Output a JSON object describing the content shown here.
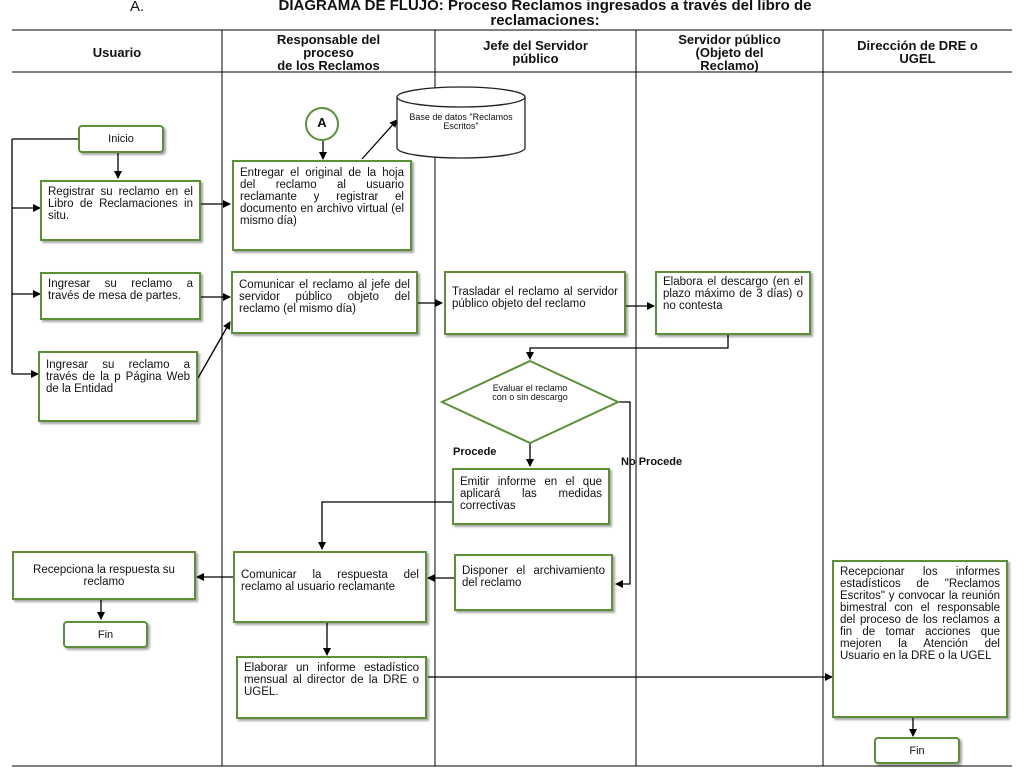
{
  "title": {
    "letter": "A.",
    "line1": "DIAGRAMA DE FLUJO: Proceso Reclamos ingresados a través del libro de",
    "line2": "reclamaciones:"
  },
  "lanes": [
    {
      "line1": "Usuario",
      "line2": "",
      "line3": ""
    },
    {
      "line1": "Responsable del",
      "line2": "proceso",
      "line3": "de los Reclamos"
    },
    {
      "line1": "Jefe del Servidor",
      "line2": "público",
      "line3": ""
    },
    {
      "line1": "Servidor público",
      "line2": "(Objeto del",
      "line3": "Reclamo)"
    },
    {
      "line1": "Dirección de DRE o",
      "line2": "UGEL",
      "line3": ""
    }
  ],
  "nodes": {
    "inicio": "Inicio",
    "registrar": "Registrar su reclamo en el Libro de Reclamaciones in situ.",
    "mesa_partes": "Ingresar su reclamo a través de mesa de partes.",
    "pagina_web": "Ingresar su reclamo a través de la p Página Web de la Entidad",
    "connector_a": "A",
    "database": "Base de datos \"Reclamos Escritos\"",
    "entregar": "Entregar el original de la hoja del reclamo al usuario reclamante y registrar el documento en archivo virtual (el mismo día)",
    "comunicar_jefe": "Comunicar el reclamo al jefe del servidor público objeto del reclamo (el mismo día)",
    "trasladar": "Trasladar el reclamo al servidor público objeto del reclamo",
    "elabora_descargo": "Elabora el descargo (en el plazo máximo de 3 días) o no contesta",
    "evaluar": "Evaluar el reclamo con o sin descargo",
    "procede": "Procede",
    "no_procede": "No Procede",
    "emitir": "Emitir informe en el que aplicará las medidas correctivas",
    "disponer": "Disponer el archivamiento del reclamo",
    "comunicar_respuesta": "Comunicar la respuesta del reclamo al usuario reclamante",
    "recepciona": "Recepciona la respuesta su reclamo",
    "fin": "Fin",
    "elaborar_informe": "Elaborar un informe estadístico mensual al director de la DRE o UGEL.",
    "recepcionar_informes": "Recepcionar los informes estadísticos de \"Reclamos Escritos\" y convocar la reunión bimestral con el responsable del proceso de los reclamos a fin de tomar acciones que mejoren la Atención del Usuario en la DRE o la UGEL"
  }
}
